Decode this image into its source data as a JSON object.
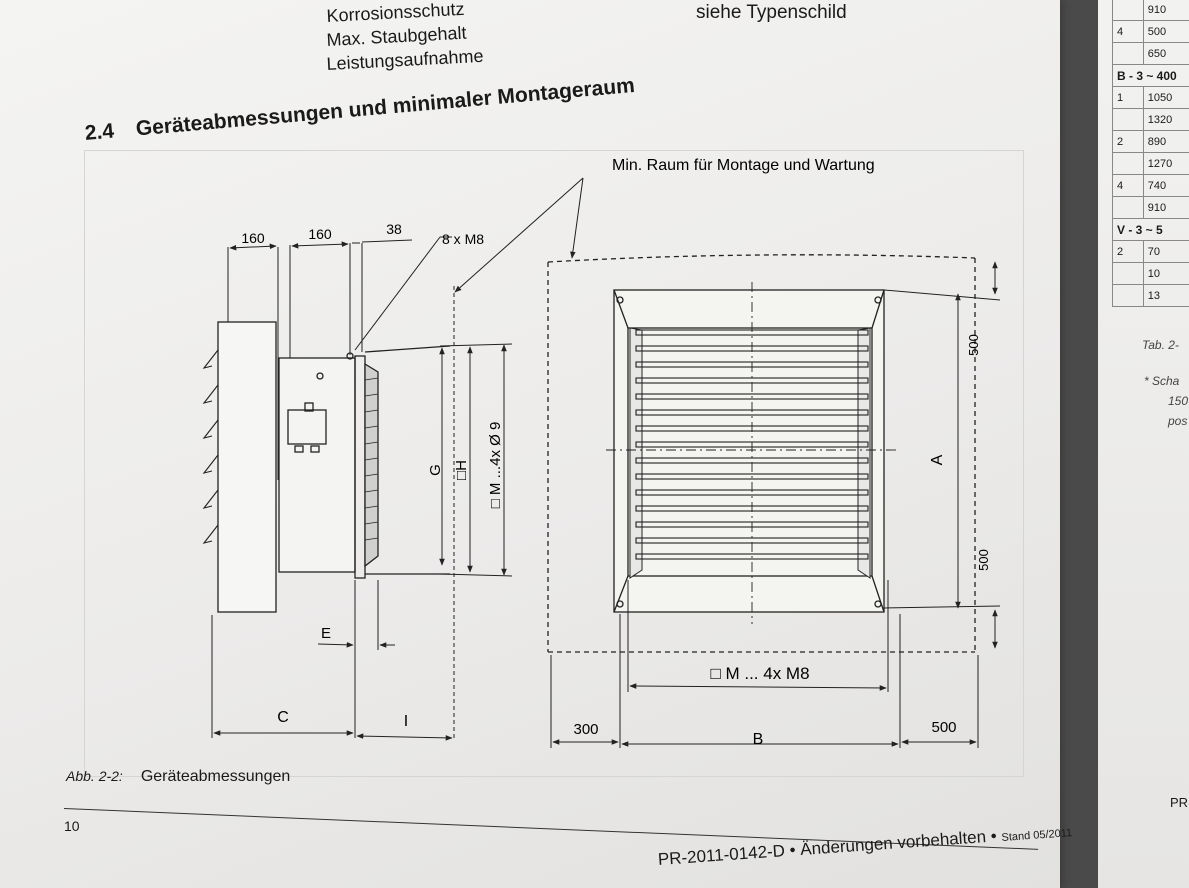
{
  "specs": {
    "labels": [
      "Korrosionsschutz",
      "Max. Staubgehalt",
      "Leistungsaufnahme"
    ],
    "value": "siehe Typenschild"
  },
  "section": {
    "number": "2.4",
    "title": "Geräteabmessungen und minimaler Montageraum"
  },
  "figure": {
    "annotation_min_space": "Min. Raum für Montage und Wartung",
    "dim_160_a": "160",
    "dim_160_b": "160",
    "dim_38": "38",
    "bolt_label": "8 x M8",
    "label_G": "G",
    "label_H": "□H",
    "label_M_holes": "□ M ...4x Ø 9",
    "label_E": "E",
    "label_C": "C",
    "label_I": "I",
    "label_A": "A",
    "dim_500_top": "500",
    "dim_500_bottom": "500",
    "label_M_bolts": "□ M ... 4x M8",
    "dim_300": "300",
    "label_B": "B",
    "dim_500_right": "500"
  },
  "caption": {
    "number": "Abb. 2-2:",
    "title": "Geräteabmessungen"
  },
  "page_number": "10",
  "footer": {
    "doc": "PR-2011-0142-D • Änderungen vorbehalten • ",
    "stand": "Stand 05/2011"
  },
  "right_page": {
    "rows": [
      {
        "a": "",
        "b": "910"
      },
      {
        "a": "4",
        "b": "500"
      },
      {
        "a": "",
        "b": "650"
      },
      {
        "a": "B - 3 ~ 400",
        "b": ""
      },
      {
        "a": "1",
        "b": "1050"
      },
      {
        "a": "",
        "b": "1320"
      },
      {
        "a": "2",
        "b": "890"
      },
      {
        "a": "",
        "b": "1270"
      },
      {
        "a": "4",
        "b": "740"
      },
      {
        "a": "",
        "b": "910"
      },
      {
        "a": "V - 3 ~ 5",
        "b": ""
      },
      {
        "a": "2",
        "b": "70"
      },
      {
        "a": "",
        "b": "10"
      },
      {
        "a": "",
        "b": "13"
      }
    ],
    "tab_label": "Tab. 2-",
    "note_1": "* Scha",
    "note_2": "150",
    "note_3": "pos",
    "footer": "PR"
  }
}
